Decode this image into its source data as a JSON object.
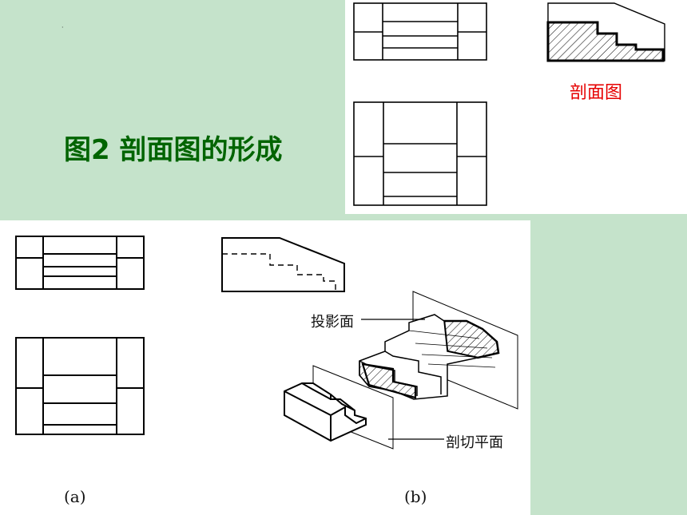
{
  "slide": {
    "title": "图2 剖面图的形成",
    "section_view_label": "剖面图",
    "projection_plane_label": "投影面",
    "cutting_plane_label": "剖切平面",
    "caption_a": "(a)",
    "caption_b": "(b)",
    "colors": {
      "background": "#c5e3cb",
      "title": "#006400",
      "section_label": "#e60000"
    }
  }
}
